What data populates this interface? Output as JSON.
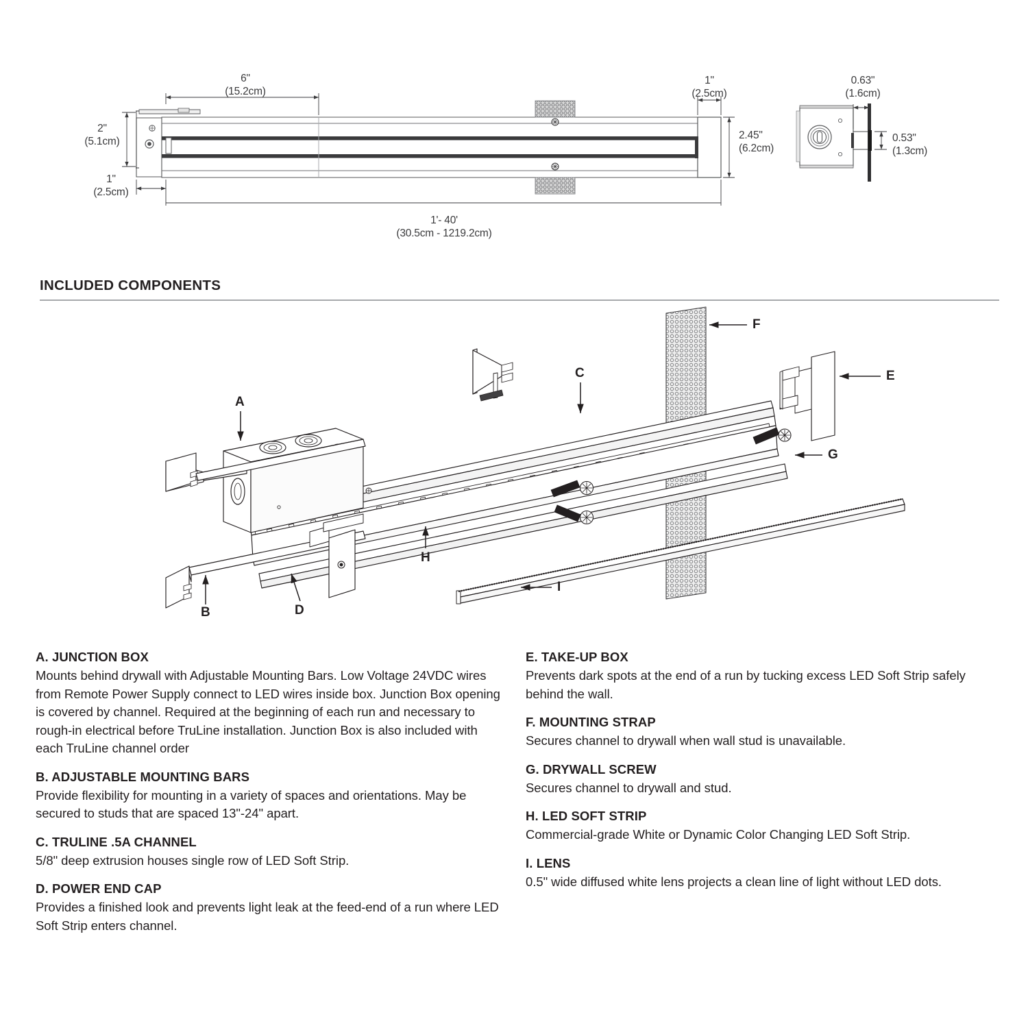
{
  "drawing": {
    "title_dims": {
      "width_6in": {
        "imperial": "6\"",
        "metric": "(15.2cm)"
      },
      "height_2in": {
        "imperial": "2\"",
        "metric": "(5.1cm)"
      },
      "offset_1in": {
        "imperial": "1\"",
        "metric": "(2.5cm)"
      },
      "endcap_1in": {
        "imperial": "1\"",
        "metric": "(2.5cm)"
      },
      "height_245in": {
        "imperial": "2.45\"",
        "metric": "(6.2cm)"
      },
      "length_range": {
        "imperial": "1'- 40'",
        "metric": "(30.5cm - 1219.2cm)"
      },
      "depth_063in": {
        "imperial": "0.63\"",
        "metric": "(1.6cm)"
      },
      "depth_053in": {
        "imperial": "0.53\"",
        "metric": "(1.3cm)"
      }
    }
  },
  "section": {
    "header": "INCLUDED COMPONENTS"
  },
  "diagram": {
    "callouts": [
      {
        "letter": "A",
        "name": "junction-box"
      },
      {
        "letter": "B",
        "name": "adjustable-mounting-bars"
      },
      {
        "letter": "C",
        "name": "truline-channel"
      },
      {
        "letter": "D",
        "name": "power-end-cap"
      },
      {
        "letter": "E",
        "name": "take-up-box"
      },
      {
        "letter": "F",
        "name": "mounting-strap"
      },
      {
        "letter": "G",
        "name": "drywall-screw"
      },
      {
        "letter": "H",
        "name": "led-soft-strip"
      },
      {
        "letter": "I",
        "name": "lens"
      }
    ]
  },
  "components": {
    "left": [
      {
        "title": "A. JUNCTION BOX",
        "body": "Mounts behind drywall with Adjustable Mounting Bars. Low Voltage 24VDC wires from Remote Power Supply connect to LED wires inside box. Junction Box opening is covered by channel. Required at the beginning of each run and necessary to rough-in electrical before TruLine installation. Junction Box is also included with each TruLine channel order"
      },
      {
        "title": "B. ADJUSTABLE MOUNTING BARS",
        "body": "Provide flexibility for mounting in a variety of spaces and orientations. May be secured to studs that are spaced 13\"-24\" apart."
      },
      {
        "title": "C. TRULINE .5A CHANNEL",
        "body": "5/8\" deep extrusion houses single row of LED Soft Strip."
      },
      {
        "title": "D. POWER END CAP",
        "body": "Provides a finished look and prevents light leak at the feed-end of a run where LED Soft Strip enters channel."
      }
    ],
    "right": [
      {
        "title": "E. TAKE-UP BOX",
        "body": "Prevents dark spots at the end of a run by tucking excess LED Soft Strip safely behind the wall."
      },
      {
        "title": "F. MOUNTING STRAP",
        "body": "Secures channel to drywall when wall stud is unavailable."
      },
      {
        "title": "G. DRYWALL SCREW",
        "body": "Secures channel to drywall and stud."
      },
      {
        "title": "H. LED SOFT STRIP",
        "body": "Commercial-grade White or Dynamic Color Changing LED Soft Strip."
      },
      {
        "title": "I. LENS",
        "body": "0.5\" wide diffused white lens projects a clean line of light without LED dots."
      }
    ]
  },
  "colors": {
    "ink": "#231f20",
    "dim_gray": "#3a3a3c",
    "rule": "#a7a9ac"
  }
}
